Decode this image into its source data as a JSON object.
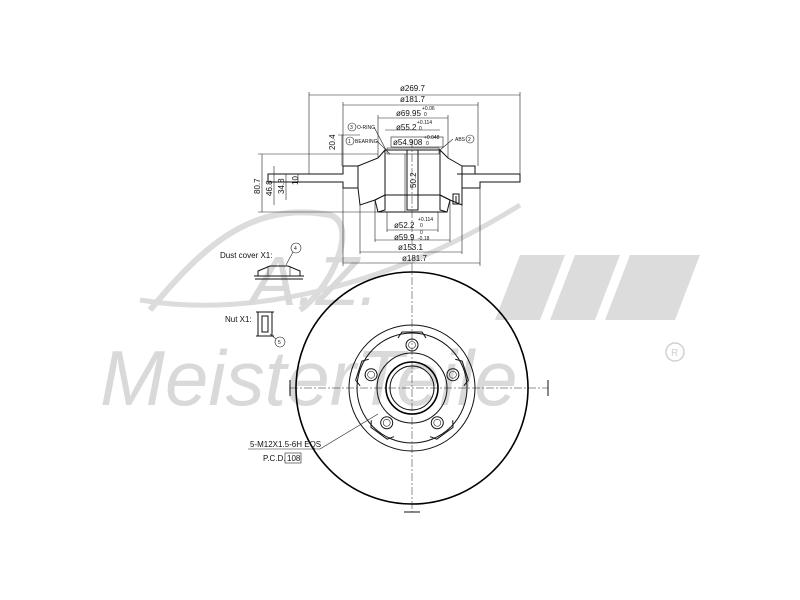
{
  "watermark": {
    "brand": "MeisterTeile",
    "initials": "A.Z.",
    "registered": "R",
    "color": "#d9d9d9"
  },
  "section_view": {
    "dims_top": {
      "outer_diameter": "ø269.7",
      "diameter_181_top": "ø181.7",
      "bore_69_95": "ø69.95",
      "bore_69_95_tol_upper": "+0.06",
      "bore_69_95_tol_lower": "0",
      "bore_55_2": "ø55.2",
      "bore_55_2_tol_upper": "+0.114",
      "bore_55_2_tol_lower": "0",
      "bore_54_908": "ø54.908",
      "bore_54_908_tol_upper": "+0.048",
      "bore_54_908_tol_lower": "0"
    },
    "dims_bottom": {
      "bore_52_2": "ø52.2",
      "bore_52_2_tol_upper": "+0.114",
      "bore_52_2_tol_lower": "0",
      "bore_59_9": "ø59.9",
      "bore_59_9_tol_upper": "0",
      "bore_59_9_tol_lower": "-0.18",
      "diameter_153_1": "ø153.1",
      "diameter_181_bottom": "ø181.7"
    },
    "dims_side": {
      "width_20_4": "20.4",
      "height_80_7": "80.7",
      "height_46_8": "46.8",
      "height_34_8": "34.8",
      "thickness_10": "10",
      "hub_50_2": "50.2"
    },
    "callouts": {
      "item_3": "3",
      "item_3_label": "O-RING",
      "item_1": "1",
      "item_1_label": "BEARING",
      "abs_label": "ABS",
      "item_2": "2"
    }
  },
  "details": {
    "dust_cover_label": "Dust cover X1:",
    "dust_cover_item": "4",
    "nut_label": "Nut X1:",
    "nut_item": "5"
  },
  "face_view": {
    "thread_spec": "5-M12X1.5-6H EQS",
    "pcd_label": "P.C.D.",
    "pcd_value": "108"
  }
}
